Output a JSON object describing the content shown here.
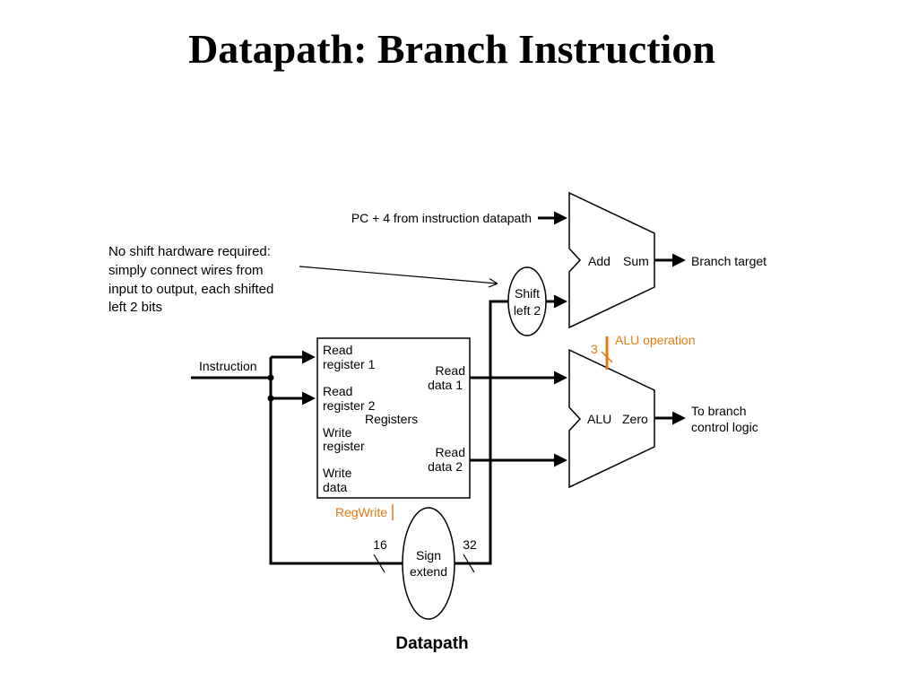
{
  "title": "Datapath: Branch Instruction",
  "caption": "Datapath",
  "note": [
    "No shift hardware required:",
    "simply connect wires from",
    "input to output, each shifted",
    "left 2 bits"
  ],
  "labels": {
    "pc4": "PC + 4 from instruction datapath",
    "branch_target": "Branch target",
    "instruction": "Instruction",
    "to_branch": [
      "To branch",
      "control logic"
    ],
    "alu_operation": "ALU operation",
    "alu_op_bits": "3",
    "regwrite": "RegWrite",
    "bits_16": "16",
    "bits_32": "32"
  },
  "add_unit": {
    "left": "Add",
    "right": "Sum"
  },
  "alu_unit": {
    "left": "ALU",
    "right": "Zero"
  },
  "shift_unit": [
    "Shift",
    "left 2"
  ],
  "sign_extend": [
    "Sign",
    "extend"
  ],
  "registers": {
    "name": "Registers",
    "read_register_1": [
      "Read",
      "register 1"
    ],
    "read_register_2": [
      "Read",
      "register 2"
    ],
    "write_register": [
      "Write",
      "register"
    ],
    "write_data": [
      "Write",
      "data"
    ],
    "read_data_1": [
      "Read",
      "data 1"
    ],
    "read_data_2": [
      "Read",
      "data 2"
    ]
  },
  "colors": {
    "control": "#e07b12",
    "wire": "#000000"
  }
}
